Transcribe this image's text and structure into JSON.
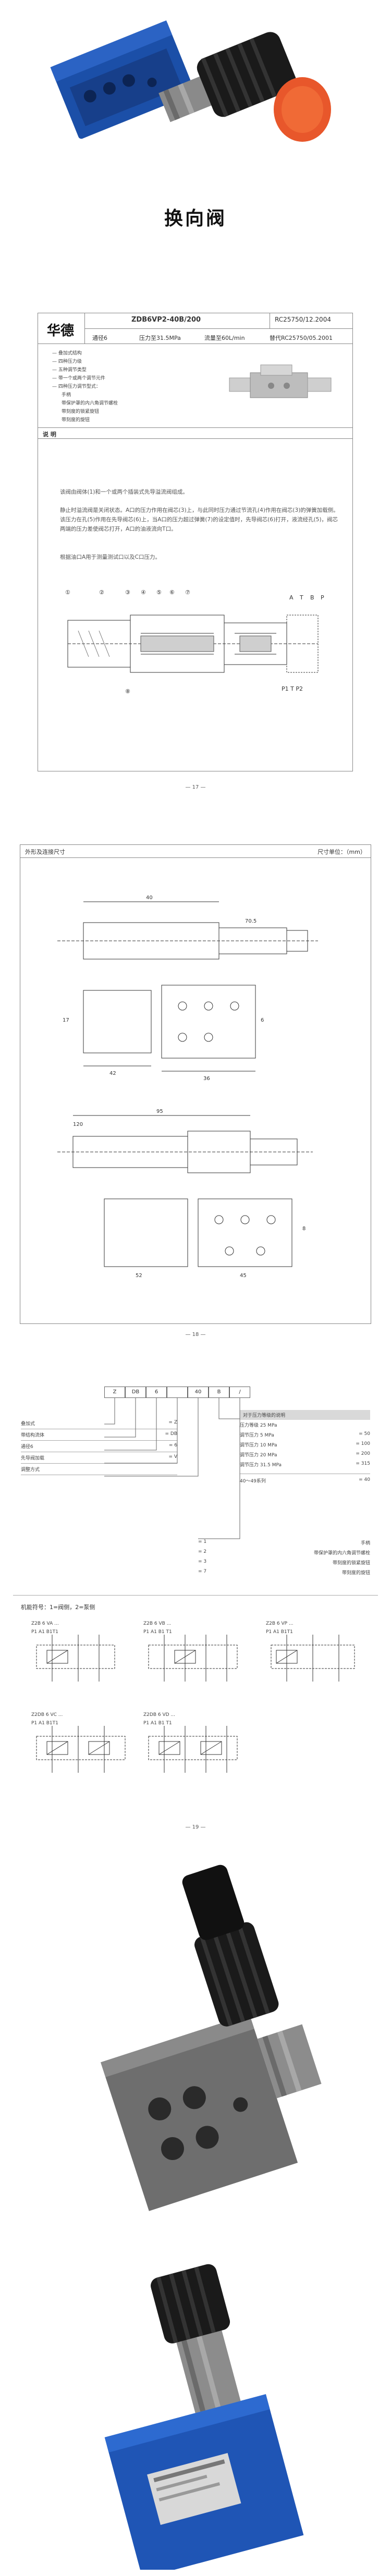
{
  "hero": {
    "title": "换向阀"
  },
  "sheet1": {
    "brand": "华德",
    "model": "ZDB6VP2-40B/200",
    "code_top": "RC25750/12.2004",
    "spec_size": "通径6",
    "spec_pressure": "压力至31.5MPa",
    "spec_flow": "流量至60L/min",
    "spec_replace": "替代RC25750/05.2001",
    "features": [
      "— 叠加式结构",
      "— 四种压力级",
      "— 五种调节类型",
      "— 带一个或两个调节元件",
      "— 四种压力调节型式：",
      "手柄",
      "带保护罩的内六角调节螺栓",
      "带刻度的锁紧旋钮",
      "带刻度的旋钮"
    ],
    "section_title": "说 明",
    "paragraph_1": "该阀由阀体(1)和一个或两个插装式先导溢流阀组成。",
    "paragraph_2": "静止时溢流阀是关闭状态。A口的压力作用在阀芯(3)上，与此同时压力通过节流孔(4)作用在阀芯(3)的弹簧加载侧。该压力在孔(5)作用在先导阀芯(6)上，当A口的压力超过弹簧(7)的设定值时，先导阀芯(6)打开，液流经孔(5)，阀芯两端的压力差使阀芯打开，A口的油液流向T口。",
    "paragraph_3": "根据油口A用于测量测试口以及C口压力。",
    "page_num": "— 17 —",
    "diagram_labels": [
      "①",
      "②",
      "③",
      "④",
      "⑤",
      "⑥",
      "⑦",
      "⑧"
    ],
    "diagram_right_labels": [
      "A",
      "T",
      "B",
      "P"
    ],
    "diagram_right_caption": "P1  T  P2"
  },
  "sheet2": {
    "header_left": "外形及连接尺寸",
    "header_right": "尺寸单位：（mm）",
    "page_num": "— 18 —",
    "dim_labels": [
      "40",
      "70.5",
      "42",
      "36",
      "17",
      "6",
      "95",
      "120",
      "52",
      "45",
      "8"
    ]
  },
  "sheet3": {
    "order_code_cells": [
      "Z",
      "DB",
      "6",
      "",
      "40",
      "B",
      "/"
    ],
    "order_header_right": "对于压力等级的说明",
    "order_rows_left": [
      {
        "label": "叠加式",
        "code": "= Z"
      },
      {
        "label": "带结构流体",
        "code": "= DB"
      },
      {
        "label": "通径6",
        "code": "= 6"
      },
      {
        "label": "先导阀加载",
        "code": "= V"
      },
      {
        "label": "调整方式",
        "code": ""
      }
    ],
    "order_rows_right": [
      {
        "label": "压力等级 25 MPa",
        "code": ""
      },
      {
        "label": "调节压力 5 MPa",
        "code": "= 50"
      },
      {
        "label": "调节压力 10 MPa",
        "code": "= 100"
      },
      {
        "label": "调节压力 20 MPa",
        "code": "= 200"
      },
      {
        "label": "调节压力 31.5 MPa",
        "code": "= 315"
      }
    ],
    "order_more_rows": [
      {
        "label": "手柄",
        "code": "= 1"
      },
      {
        "label": "带保护罩的内六角调节螺栓",
        "code": "= 2"
      },
      {
        "label": "带刻度的锁紧旋钮",
        "code": "= 3"
      },
      {
        "label": "带刻度的旋钮",
        "code": "= 7"
      }
    ],
    "series_label": "40～49系列",
    "series_code": "= 40",
    "symbol_title": "机能符号：1=阀侧，2=泵侧",
    "symbols": [
      {
        "label": "Z2B 6 VA ...",
        "ports": "P1  A1  B1T1"
      },
      {
        "label": "Z2B 6 VB ...",
        "ports": "P1  A1  B1  T1"
      },
      {
        "label": "Z2B 6 VP ...",
        "ports": "P1  A1  B1T1"
      },
      {
        "label": "Z2DB 6 VC ...",
        "ports": "P1  A1  B1T1"
      },
      {
        "label": "Z2DB 6 VD ...",
        "ports": "P1  A1  B1  T1"
      }
    ],
    "page_num": "— 19 —"
  }
}
